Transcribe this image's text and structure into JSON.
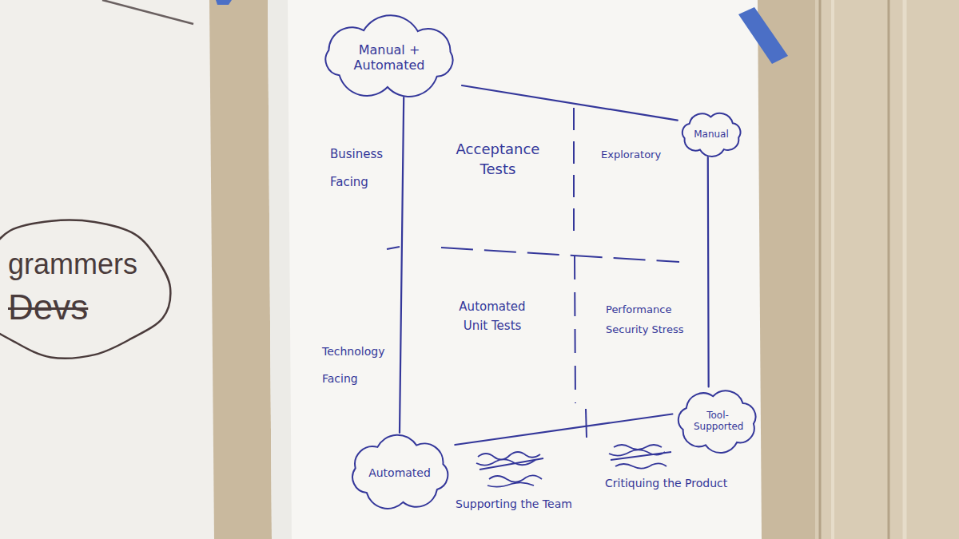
{
  "diagram": {
    "nodes": [
      {
        "text": [
          "grammers",
          "Devs"
        ]
      },
      {
        "text": [
          "Manual + Automated"
        ]
      },
      {
        "text": [
          "Manual"
        ]
      },
      {
        "text": [
          "Automated"
        ]
      },
      {
        "text": [
          "Tool-Supported"
        ]
      }
    ],
    "edges": [
      {
        "from": 1,
        "to": 2,
        "arrow": "none"
      },
      {
        "from": 1,
        "to": 3,
        "arrow": "none"
      },
      {
        "from": 2,
        "to": 4,
        "arrow": "none"
      },
      {
        "from": 3,
        "to": 4,
        "arrow": "none"
      }
    ],
    "labels": [
      "Business Facing",
      "Acceptance Tests",
      "Exploratory",
      "Automated Unit Tests",
      "Performance Security Stress",
      "Technology Facing",
      "Supporting the Team",
      "Critiquing the Product"
    ]
  }
}
